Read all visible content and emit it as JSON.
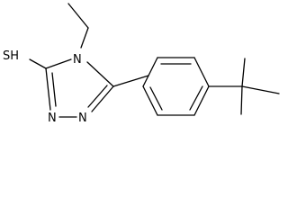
{
  "molecule": {
    "atoms": {
      "sh": "SH",
      "n4": "N",
      "n1": "N",
      "n2": "N"
    },
    "colors": {
      "bond": "#000000",
      "label": "#000000",
      "background": "#ffffff"
    }
  }
}
